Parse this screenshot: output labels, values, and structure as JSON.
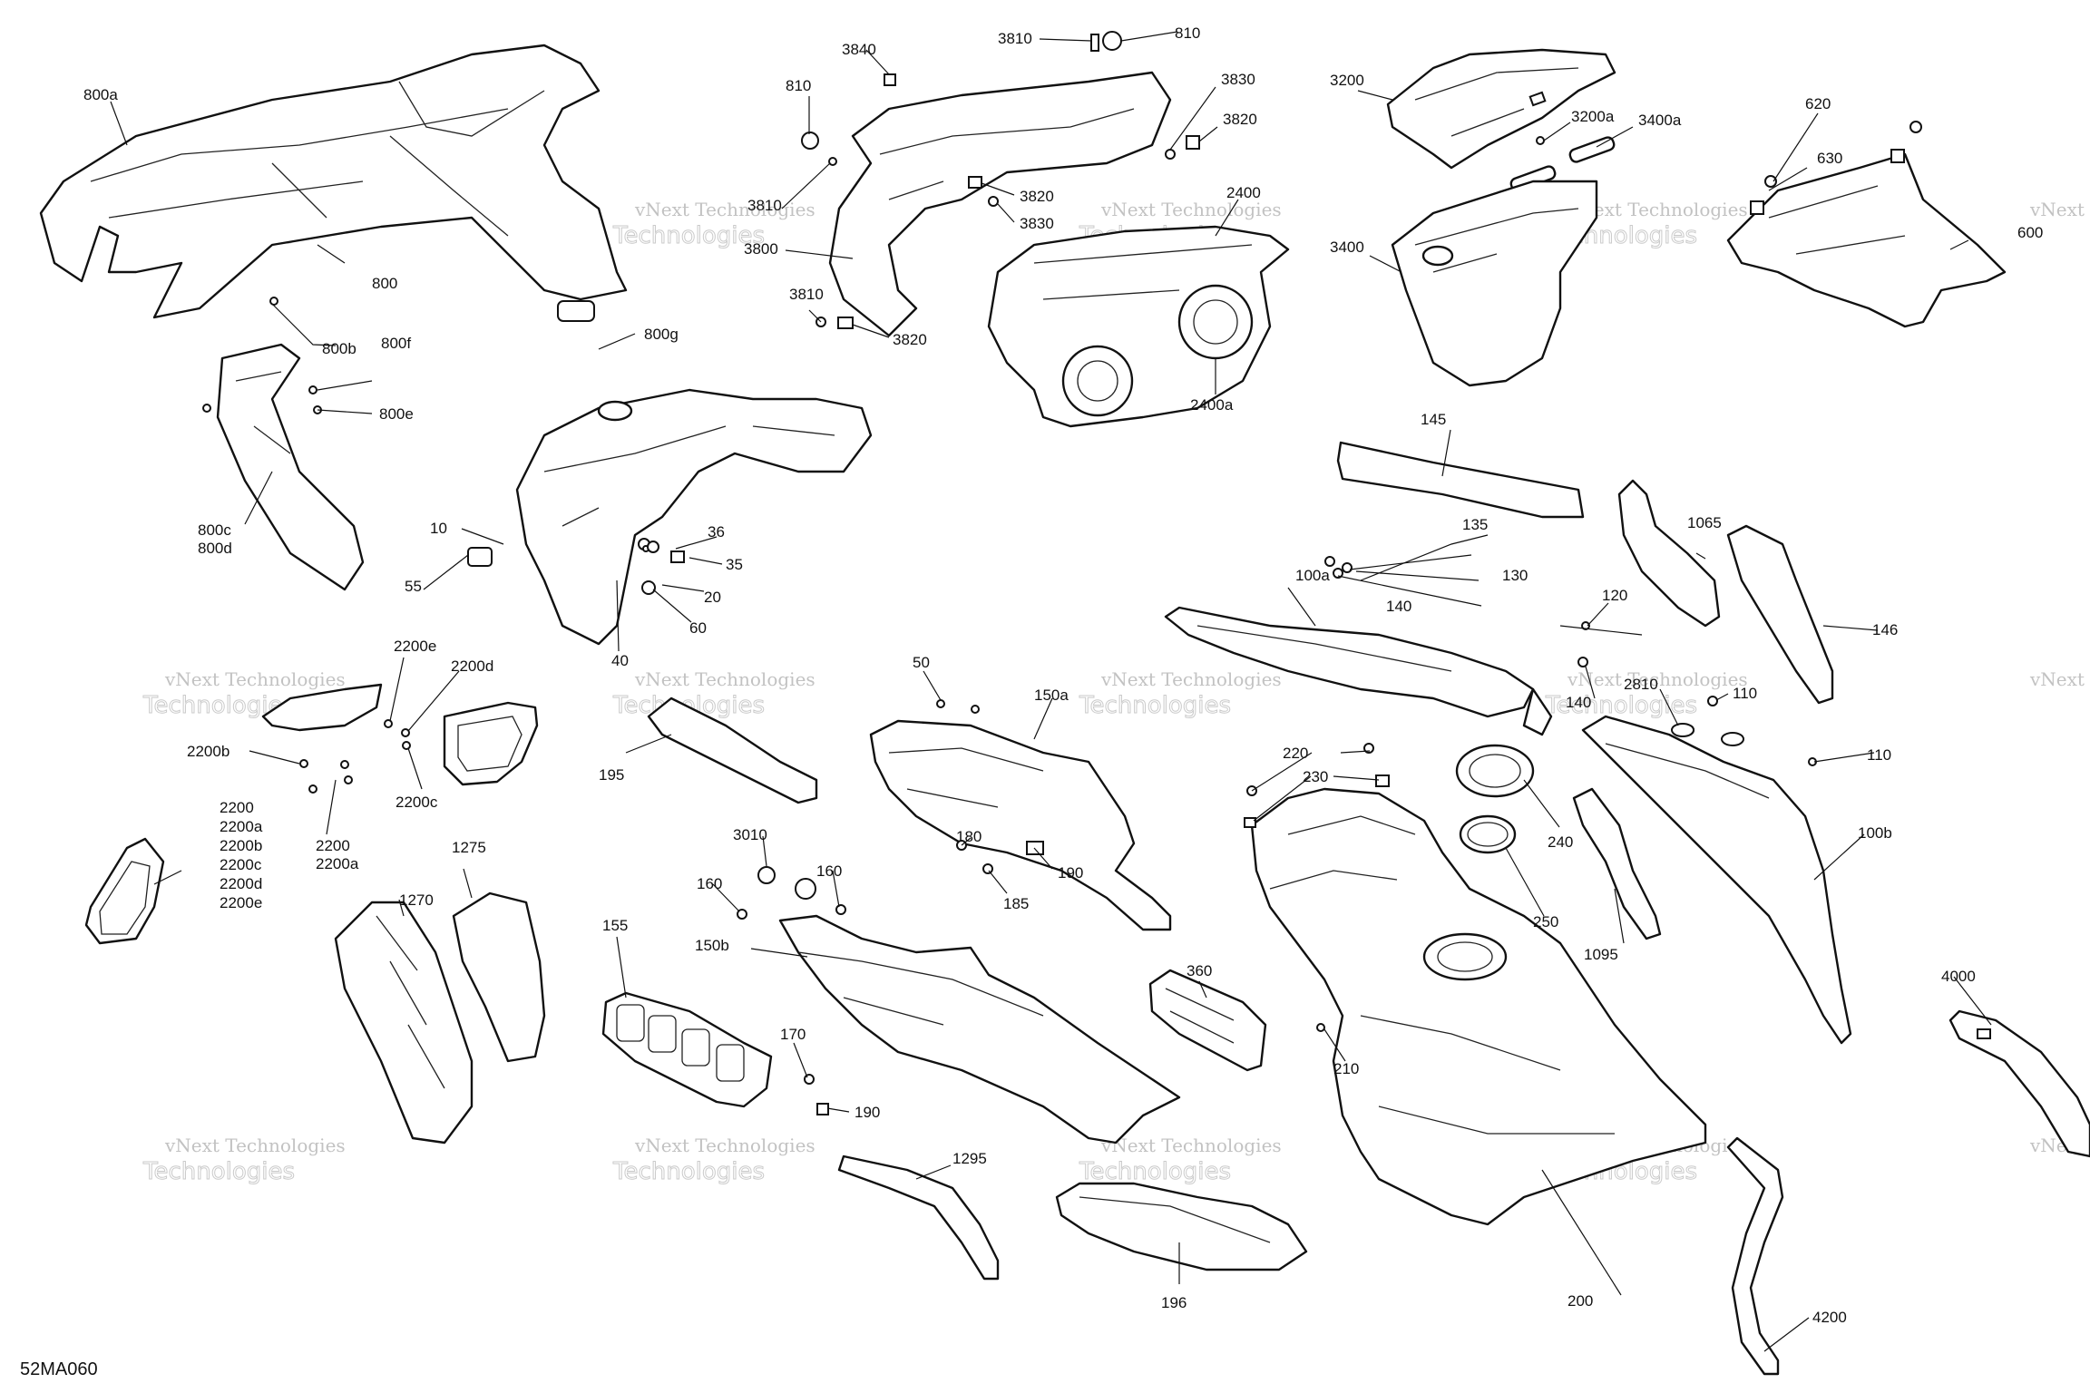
{
  "diagram_code": "52MA060",
  "watermark": {
    "line1": "vNext Technologies",
    "line2": "Technologies",
    "partial": "vNext"
  },
  "labels": {
    "l800a": "800a",
    "l800": "800",
    "l800b": "800b",
    "l800f": "800f",
    "l800e": "800e",
    "l800c": "800c",
    "l800d": "800d",
    "l800g": "800g",
    "l810a": "810",
    "l810b": "810",
    "l3840": "3840",
    "l3810a": "3810",
    "l3810b": "3810",
    "l3810c": "3810",
    "l3830a": "3830",
    "l3830b": "3830",
    "l3820a": "3820",
    "l3820b": "3820",
    "l3820c": "3820",
    "l3800": "3800",
    "l2400": "2400",
    "l2400a": "2400a",
    "l3200": "3200",
    "l3200a": "3200a",
    "l3400a": "3400a",
    "l3400": "3400",
    "l620": "620",
    "l630": "630",
    "l600": "600",
    "l10": "10",
    "l36": "36",
    "l35": "35",
    "l20": "20",
    "l60": "60",
    "l55": "55",
    "l40": "40",
    "l145": "145",
    "l1065": "1065",
    "l146": "146",
    "l135": "135",
    "l130": "130",
    "l140a": "140",
    "l140b": "140",
    "l100a": "100a",
    "l120": "120",
    "l2810": "2810",
    "l110a": "110",
    "l110b": "110",
    "l100b": "100b",
    "l1095": "1095",
    "l2200e": "2200e",
    "l2200d": "2200d",
    "l2200b": "2200b",
    "l2200c": "2200c",
    "l2200x": "2200",
    "l2200ax": "2200a",
    "list2200": [
      "2200",
      "2200a",
      "2200b",
      "2200c",
      "2200d",
      "2200e"
    ],
    "l195": "195",
    "l50": "50",
    "l150a": "150a",
    "l180": "180",
    "l185": "185",
    "l190a": "190",
    "l190b": "190",
    "l220": "220",
    "l230": "230",
    "l240": "240",
    "l250": "250",
    "l210": "210",
    "l200": "200",
    "l1275": "1275",
    "l1270": "1270",
    "l3010": "3010",
    "l160a": "160",
    "l160b": "160",
    "l150b": "150b",
    "l155": "155",
    "l170": "170",
    "l360": "360",
    "l1295": "1295",
    "l196": "196",
    "l4000": "4000",
    "l4200": "4200"
  }
}
